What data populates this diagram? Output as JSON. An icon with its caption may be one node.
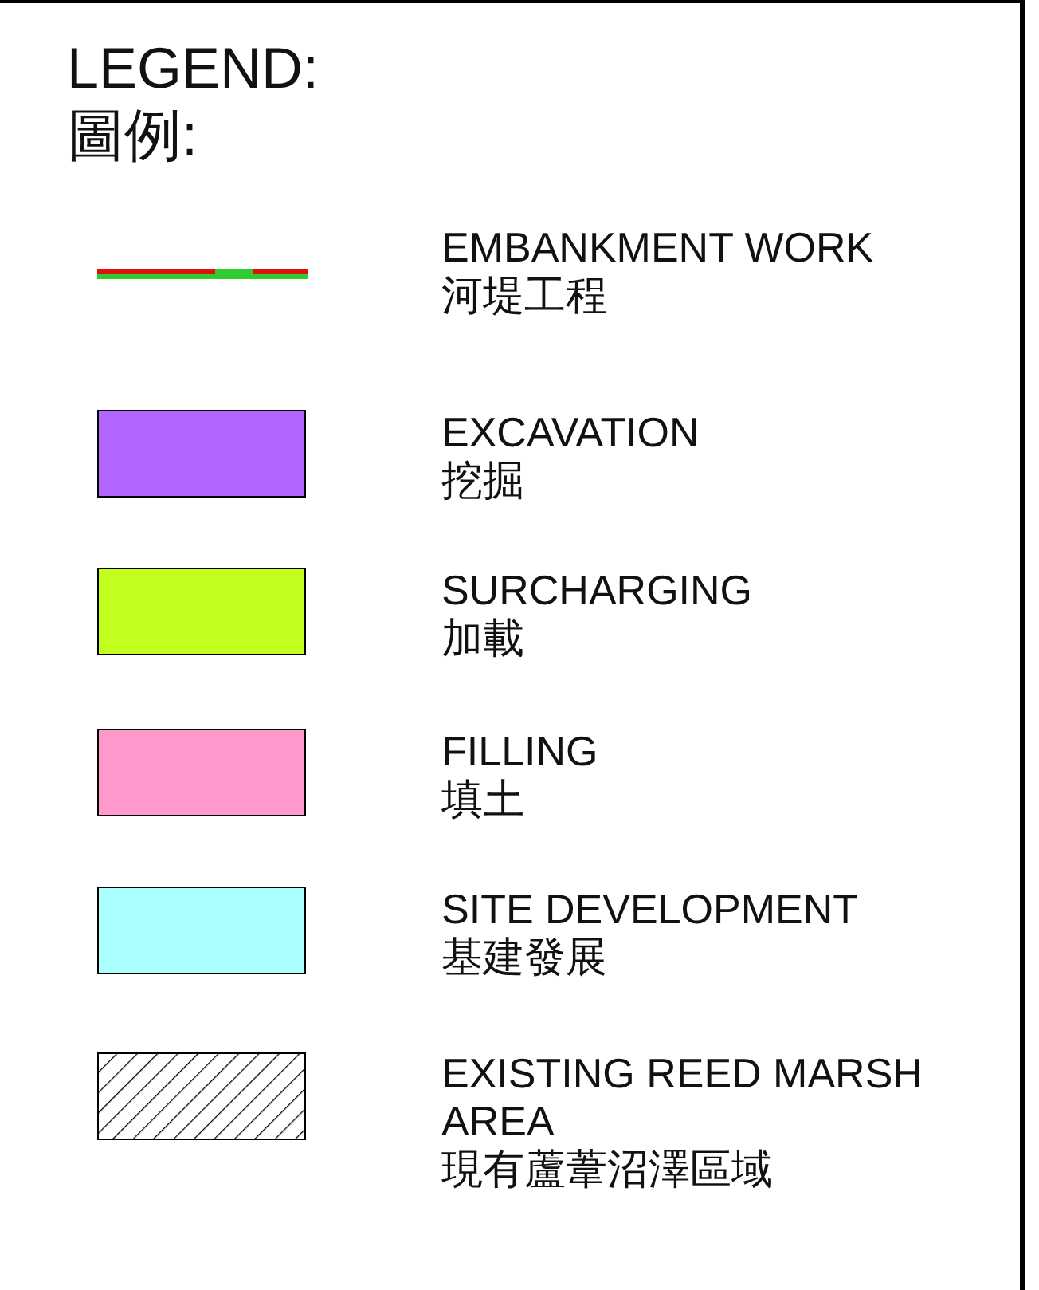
{
  "diagram": {
    "title": "LEGEND: 圖例:",
    "legend": [
      {
        "text": "EMBANKMENT WORK 河堤工程"
      },
      {
        "text": "EXCAVATION 挖掘",
        "color": "#b266ff"
      },
      {
        "text": "SURCHARGING 加載",
        "color": "#c2ff1f"
      },
      {
        "text": "FILLING 填土",
        "color": "#ff99cc"
      },
      {
        "text": "SITE DEVELOPMENT 基建發展",
        "color": "#aaffff"
      },
      {
        "text": "EXISTING REED MARSH AREA 現有蘆葦沼澤區域"
      }
    ]
  }
}
